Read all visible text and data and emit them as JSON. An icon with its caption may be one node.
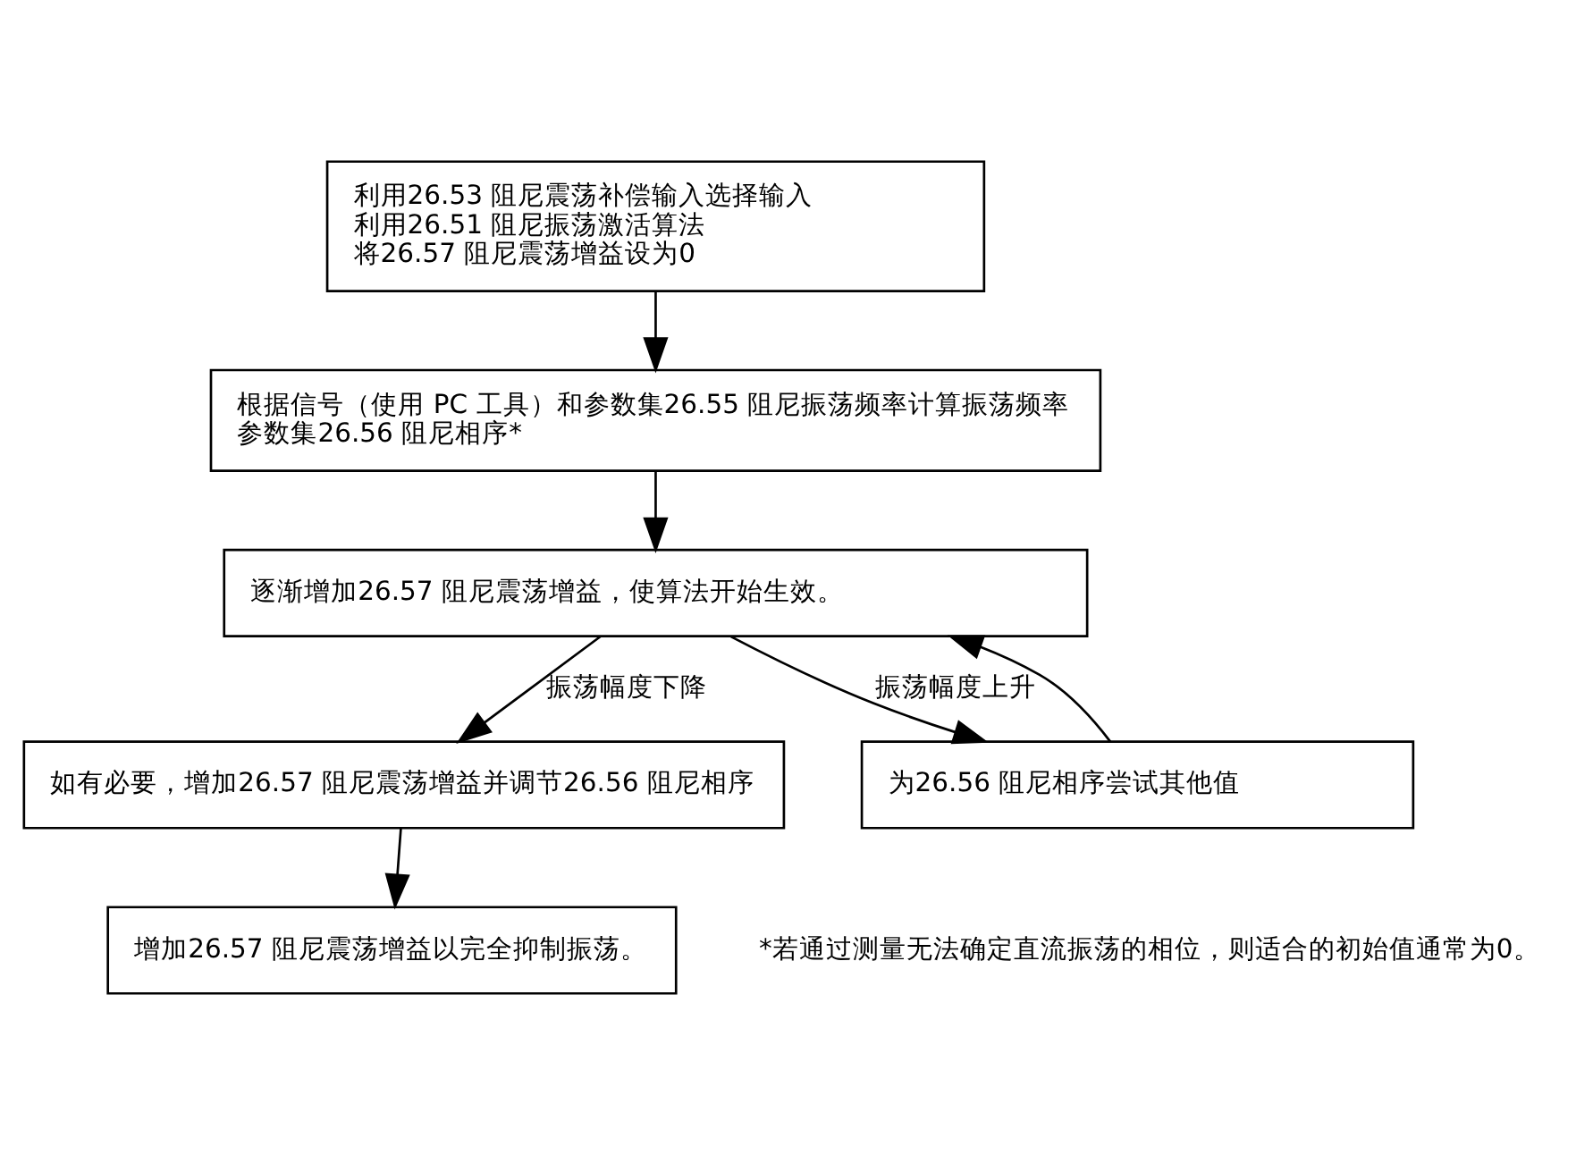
{
  "diagram": {
    "nodes": [
      {
        "text": [
          "利用26.53 阻尼震荡补偿输入选择输入",
          "利用26.51 阻尼振荡激活算法",
          "将26.57 阻尼震荡增益设为0"
        ]
      },
      {
        "text": [
          "根据信号（使用 PC 工具）和参数集26.55 阻尼振荡频率计算振荡频率",
          "参数集26.56 阻尼相序*"
        ]
      },
      {
        "text": [
          "逐渐增加26.57 阻尼震荡增益，使算法开始生效。"
        ]
      },
      {
        "text": [
          "如有必要，增加26.57 阻尼震荡增益并调节26.56 阻尼相序"
        ]
      },
      {
        "text": [
          "为26.56 阻尼相序尝试其他值"
        ]
      },
      {
        "text": [
          "增加26.57 阻尼震荡增益以完全抑制振荡。"
        ]
      }
    ],
    "edges": [
      {
        "from": 0,
        "to": 1,
        "arrow": "to"
      },
      {
        "from": 1,
        "to": 2,
        "arrow": "to"
      },
      {
        "from": 2,
        "to": 3,
        "arrow": "to",
        "label": "振荡幅度下降"
      },
      {
        "from": 2,
        "to": 4,
        "arrow": "to",
        "label": "振荡幅度上升"
      },
      {
        "from": 4,
        "to": 2,
        "arrow": "to"
      },
      {
        "from": 3,
        "to": 5,
        "arrow": "to"
      }
    ],
    "labels": [
      "*若通过测量无法确定直流振荡的相位，则适合的初始值通常为0。"
    ]
  }
}
